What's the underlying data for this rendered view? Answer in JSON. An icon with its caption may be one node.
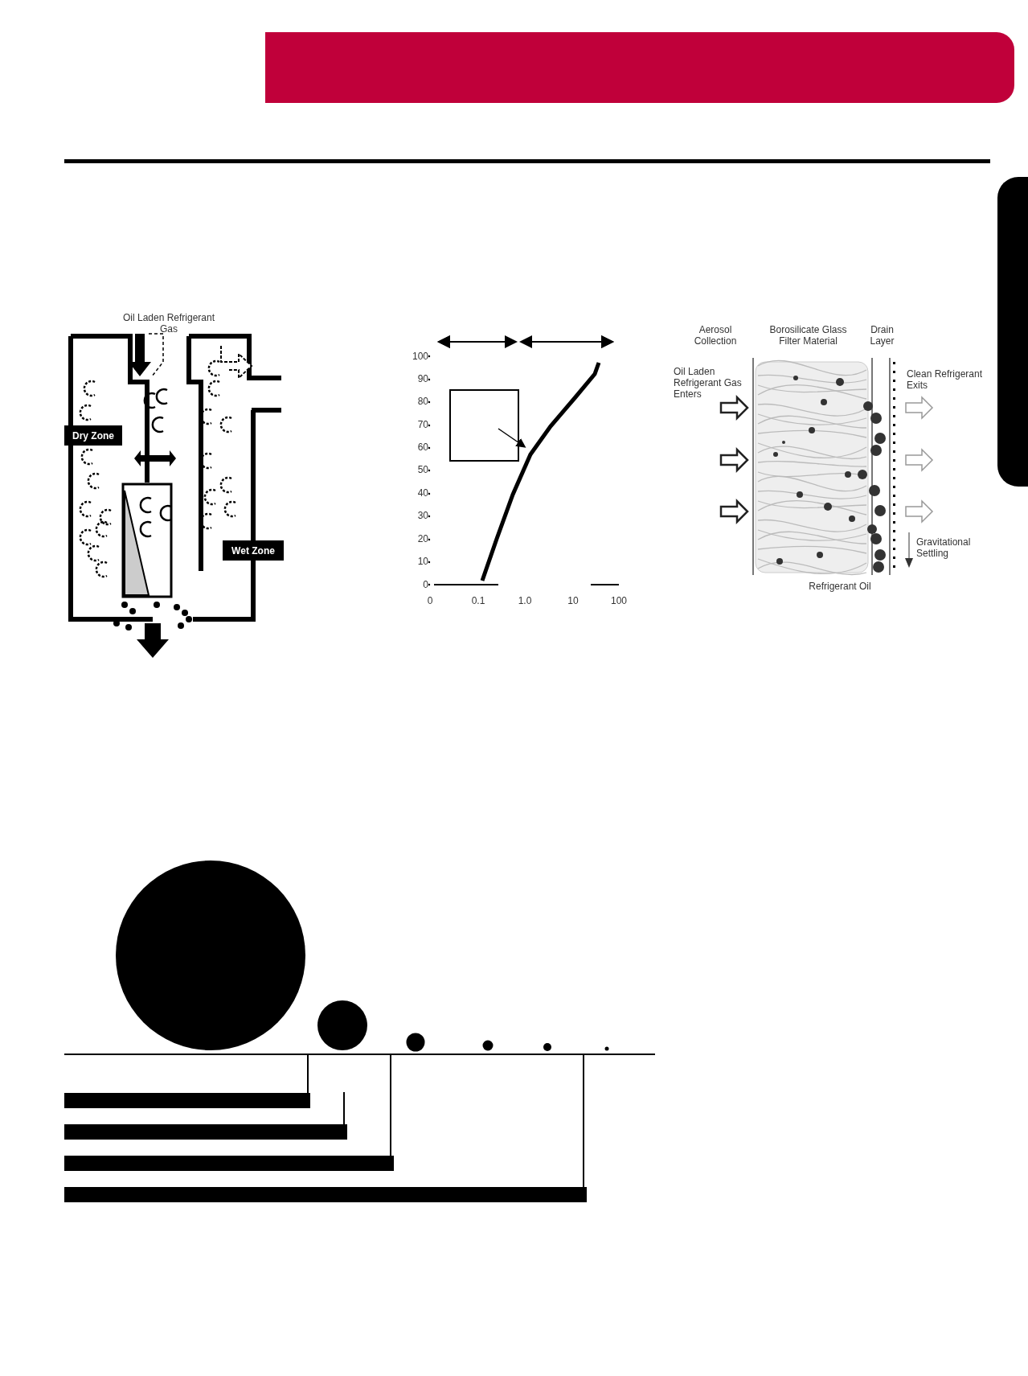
{
  "diagram": {
    "nodes": [
      {
        "text": [
          "Dry Zone"
        ]
      },
      {
        "text": [
          "Wet Zone"
        ]
      },
      {
        "text": [],
        "shape": "bar"
      }
    ],
    "labels": [
      "Oil Laden Refrigerant Gas",
      "100",
      "90",
      "80",
      "70",
      "60",
      "50",
      "40",
      "30",
      "20",
      "10",
      "0",
      "0",
      "0.1",
      "1.0",
      "10",
      "100",
      "Aerosol Collection",
      "Borosilicate Glass Filter Material",
      "Drain Layer",
      "Oil Laden Refrigerant Gas Enters",
      "Clean Refrigerant Exits",
      "Gravitational Settling",
      "Refrigerant Oil"
    ]
  }
}
